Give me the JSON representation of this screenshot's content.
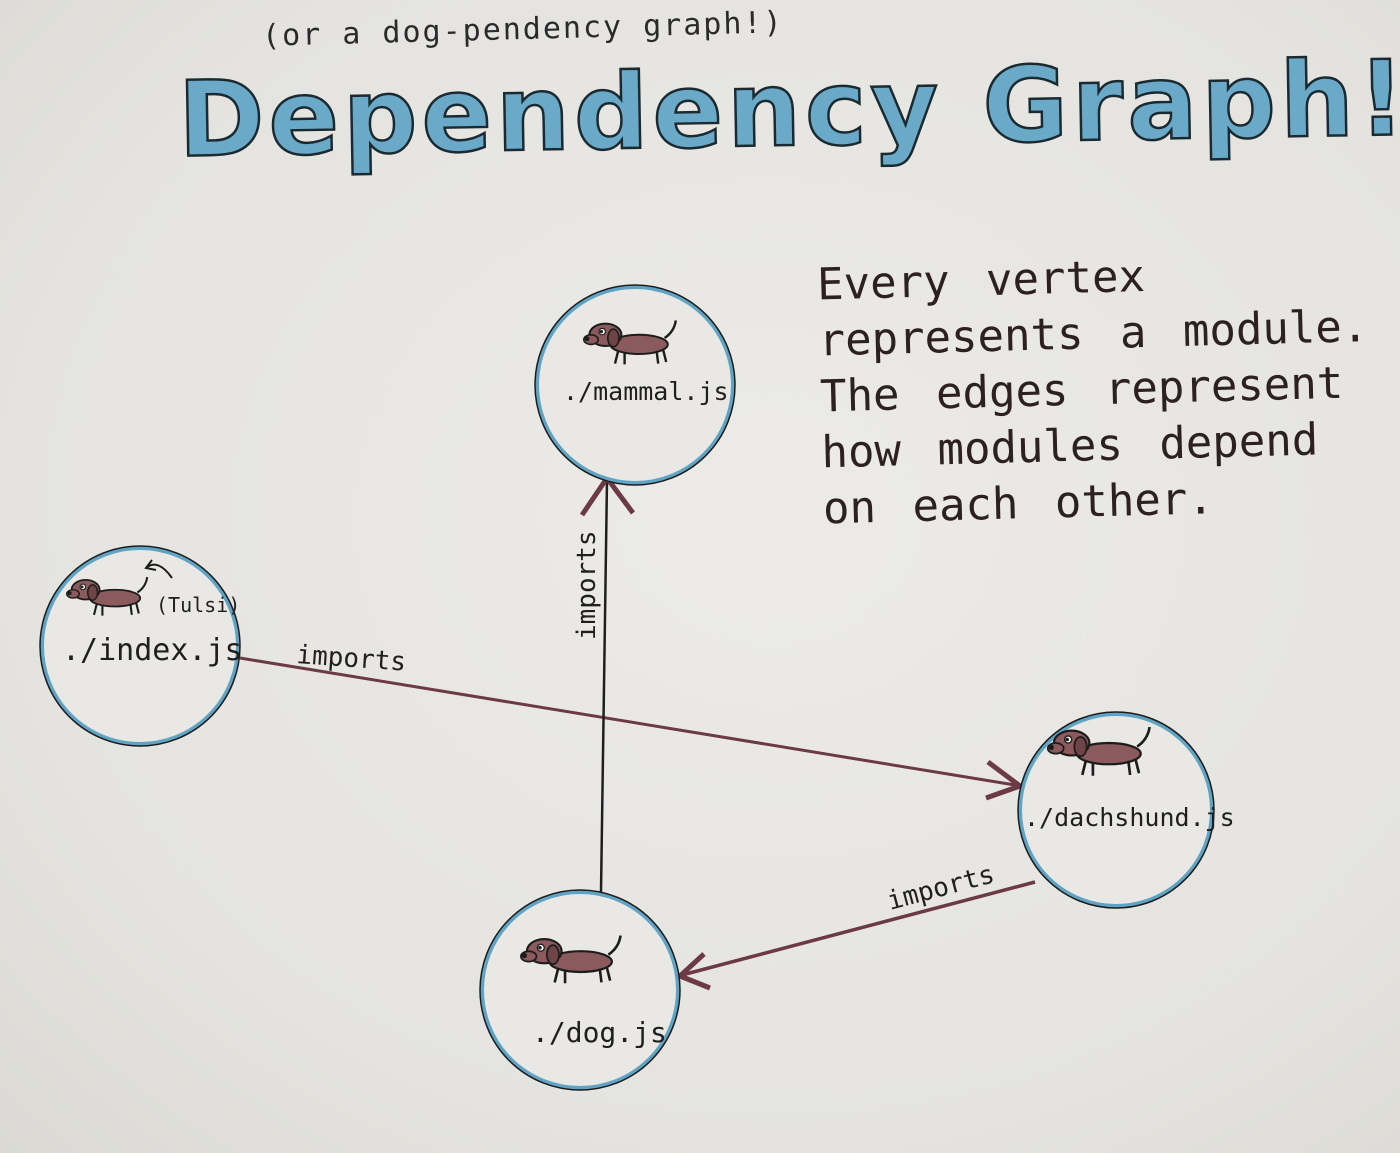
{
  "header": {
    "subtitle": "(or a dog-pendency graph!)",
    "title": "Dependency Graph!"
  },
  "description": "Every vertex represents a module. The edges represent how modules depend on each other.",
  "nodes": {
    "mammal": {
      "label": "./mammal.js"
    },
    "index": {
      "label": "./index.js",
      "dog_name": "(Tulsi)"
    },
    "dachshund": {
      "label": "./dachshund.js"
    },
    "dog": {
      "label": "./dog.js"
    }
  },
  "edges": {
    "index_to_dachshund": {
      "label": "imports"
    },
    "dog_to_mammal": {
      "label": "imports"
    },
    "dachshund_to_dog": {
      "label": "imports"
    }
  },
  "colors": {
    "node_ring": "#5fa4c4",
    "edge": "#6b3a44",
    "dog_body": "#8a5a5c",
    "title_fill": "#6aaac8"
  }
}
